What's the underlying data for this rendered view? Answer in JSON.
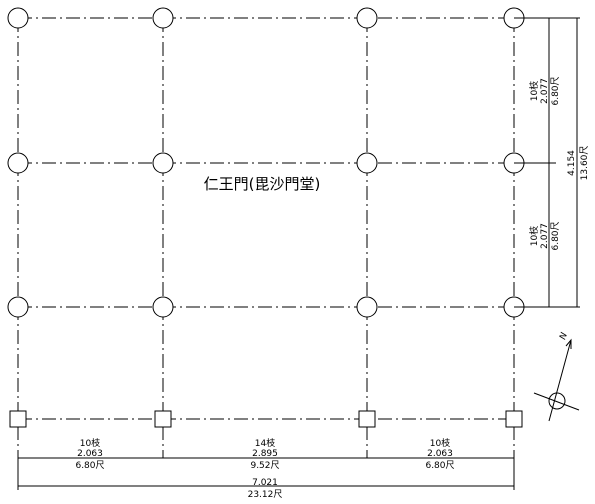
{
  "building_name": "仁王門(毘沙門堂)",
  "north_label": "N",
  "bottom_dims": [
    {
      "bays": "10枝",
      "metric": "2.063",
      "shaku": "6.80尺"
    },
    {
      "bays": "14枝",
      "metric": "2.895",
      "shaku": "9.52尺"
    },
    {
      "bays": "10枝",
      "metric": "2.063",
      "shaku": "6.80尺"
    }
  ],
  "bottom_total": {
    "metric": "7.021",
    "shaku": "23.12尺"
  },
  "side_dims": [
    {
      "bays": "10枝",
      "metric": "2.077",
      "shaku": "6.80尺"
    },
    {
      "bays": "10枝",
      "metric": "2.077",
      "shaku": "6.80尺"
    }
  ],
  "side_total": {
    "metric": "4.154",
    "shaku": "13.60尺"
  }
}
